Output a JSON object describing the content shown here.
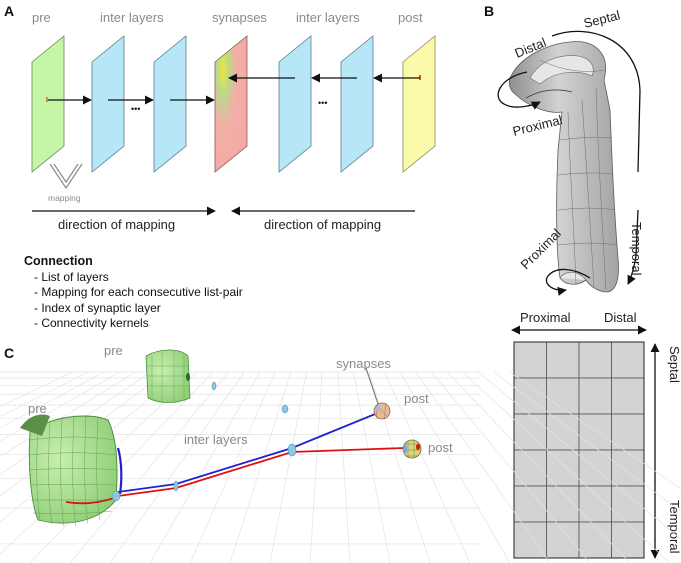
{
  "panels": {
    "a": "A",
    "b": "B",
    "c": "C"
  },
  "panel_a": {
    "layer_labels": [
      "pre",
      "inter layers",
      "synapses",
      "inter layers",
      "post"
    ],
    "mapping_label": "mapping",
    "direction_left": "direction of mapping",
    "direction_right": "direction of mapping",
    "dots": "•••",
    "colors": {
      "pre": "#c5f5a6",
      "inter": "#b7e6f7",
      "synapses": "#f4a9a6",
      "post": "#fafaaa"
    }
  },
  "connection": {
    "title": "Connection",
    "items": [
      "List of layers",
      "Mapping for each consecutive list-pair",
      "Index of synaptic layer",
      "Connectivity kernels"
    ]
  },
  "panel_b": {
    "septal": "Septal",
    "distal": "Distal",
    "proximal_top": "Proximal",
    "temporal": "Temporal",
    "proximal_bottom": "Proximal",
    "grid_proximal": "Proximal",
    "grid_distal": "Distal",
    "grid_septal": "Septal",
    "grid_temporal": "Temporal",
    "grid_cols": 4,
    "grid_rows": 6
  },
  "panel_c": {
    "pre_top": "pre",
    "pre_left": "pre",
    "synapses": "synapses",
    "post_top": "post",
    "post_bottom": "post",
    "inter_layers": "inter layers",
    "colors": {
      "path_blue": "#2222cc",
      "path_red": "#dd1111",
      "sheet": "#9bd88a"
    }
  }
}
